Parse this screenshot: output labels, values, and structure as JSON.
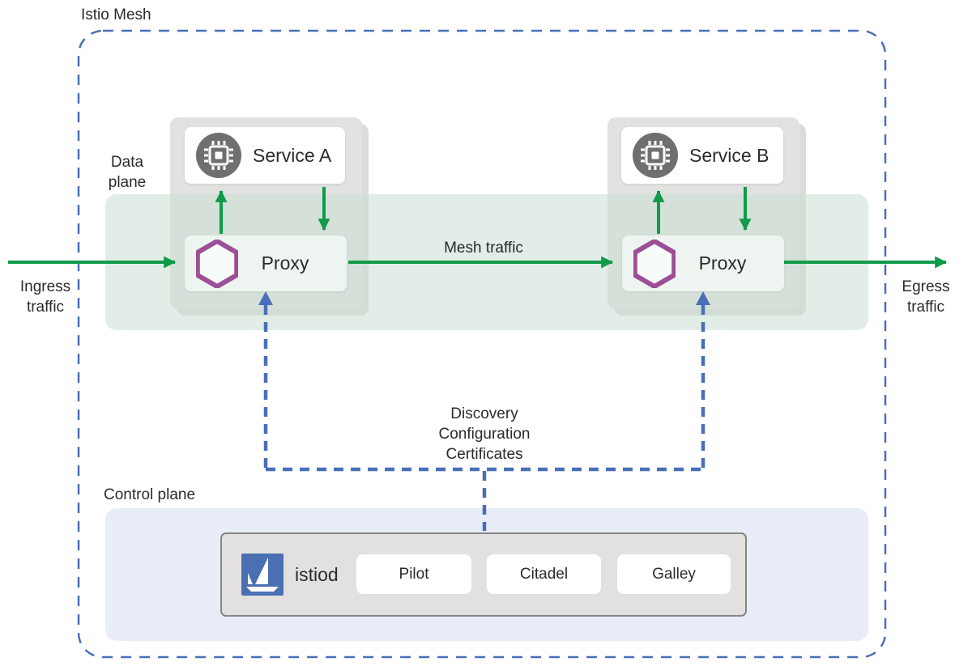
{
  "colors": {
    "green": "#109a49",
    "blue": "#4a6fb8",
    "purple": "#9c4f96",
    "istio_blue": "#4a6fb2",
    "service_icon_gray": "#6f6f6f",
    "data_plane_band": "#e4efe9",
    "control_plane_band": "#e9edf8",
    "group_card_gray": "#e2e2e0",
    "istiod_fill": "#e2e1df",
    "istiod_border": "#868686"
  },
  "mesh": {
    "title": "Istio Mesh",
    "data_plane_label": "Data plane",
    "control_plane_label": "Control plane",
    "ingress_label": "Ingress traffic",
    "egress_label": "Egress traffic",
    "mesh_traffic_label": "Mesh traffic",
    "control_channel_lines": [
      "Discovery",
      "Configuration",
      "Certificates"
    ],
    "service_a": {
      "name": "Service A",
      "proxy_label": "Proxy"
    },
    "service_b": {
      "name": "Service B",
      "proxy_label": "Proxy"
    },
    "istiod": {
      "name": "istiod",
      "components": [
        "Pilot",
        "Citadel",
        "Galley"
      ]
    }
  }
}
